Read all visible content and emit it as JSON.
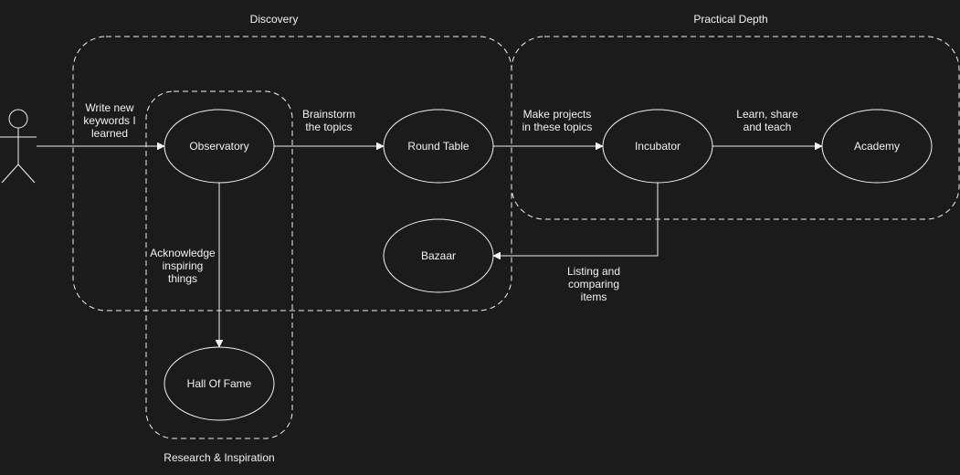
{
  "groups": {
    "discovery": "Discovery",
    "practical_depth": "Practical Depth",
    "research": "Research & Inspiration"
  },
  "nodes": {
    "observatory": "Observatory",
    "round_table": "Round Table",
    "incubator": "Incubator",
    "academy": "Academy",
    "bazaar": "Bazaar",
    "hall_of_fame": "Hall Of Fame"
  },
  "edges": {
    "actor_to_observatory": [
      "Write new",
      "keywords I",
      "learned"
    ],
    "observatory_to_round_table": [
      "Brainstorm",
      "the topics"
    ],
    "round_table_to_incubator": [
      "Make projects",
      "in these topics"
    ],
    "incubator_to_academy": [
      "Learn, share",
      "and teach"
    ],
    "incubator_to_bazaar": [
      "Listing and",
      "comparing",
      "items"
    ],
    "observatory_to_hall_of_fame": [
      "Acknowledge",
      "inspiring",
      "things"
    ]
  }
}
